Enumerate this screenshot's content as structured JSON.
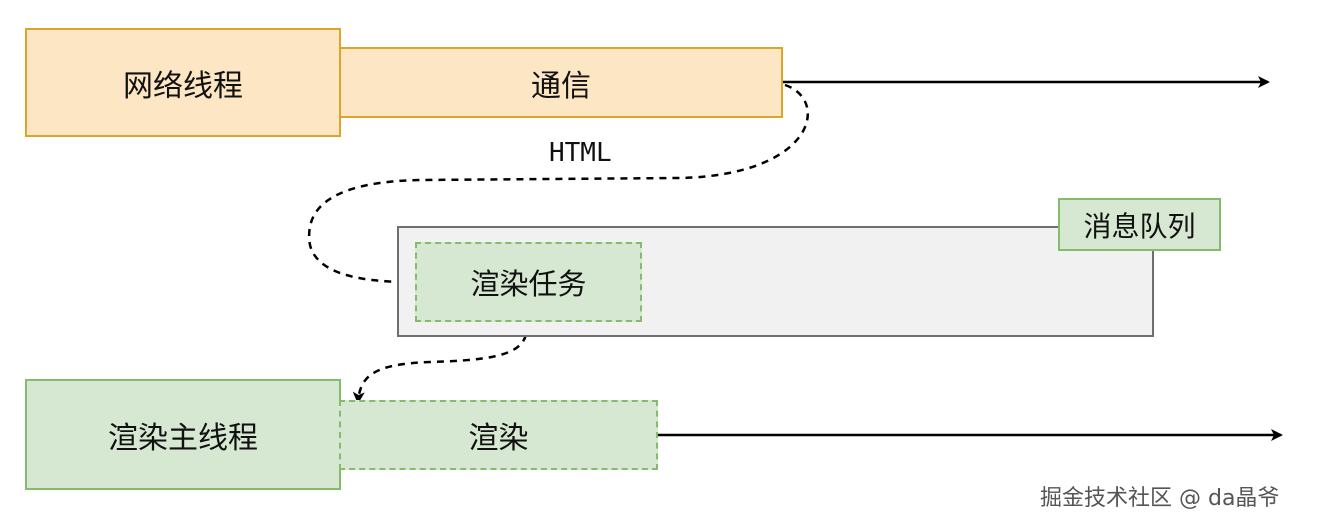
{
  "network_thread": {
    "label": "网络线程"
  },
  "communication": {
    "label": "通信"
  },
  "html_label": "HTML",
  "message_queue": {
    "label": "消息队列"
  },
  "render_task": {
    "label": "渲染任务"
  },
  "render_main_thread": {
    "label": "渲染主线程"
  },
  "render": {
    "label": "渲染"
  },
  "watermark": "掘金技术社区 @ da晶爷",
  "colors": {
    "orange_fill": "#fde6c4",
    "orange_stroke": "#d9a52a",
    "green_fill": "#d7e8d2",
    "green_stroke": "#86bb6e",
    "queue_fill": "#f1f1f1",
    "queue_stroke": "#6f6f6f"
  }
}
